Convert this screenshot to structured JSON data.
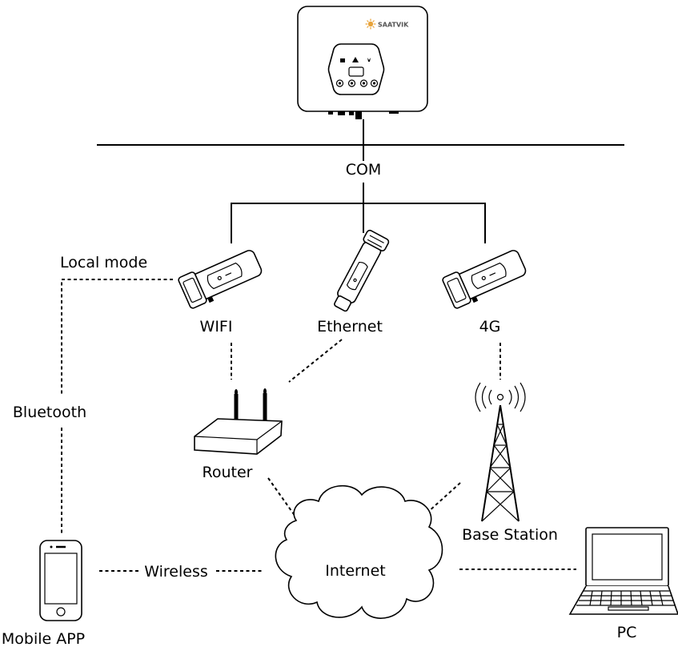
{
  "inverter": {
    "brand": "SAATVIK"
  },
  "labels": {
    "com": "COM",
    "local_mode": "Local mode",
    "wifi": "WIFI",
    "ethernet": "Ethernet",
    "fourg": "4G",
    "bluetooth": "Bluetooth",
    "router": "Router",
    "base_station": "Base Station",
    "internet": "Internet",
    "wireless": "Wireless",
    "mobile_app": "Mobile APP",
    "pc": "PC"
  },
  "colors": {
    "stroke": "#000000",
    "background": "#ffffff",
    "brand_accent": "#e8a33a"
  }
}
